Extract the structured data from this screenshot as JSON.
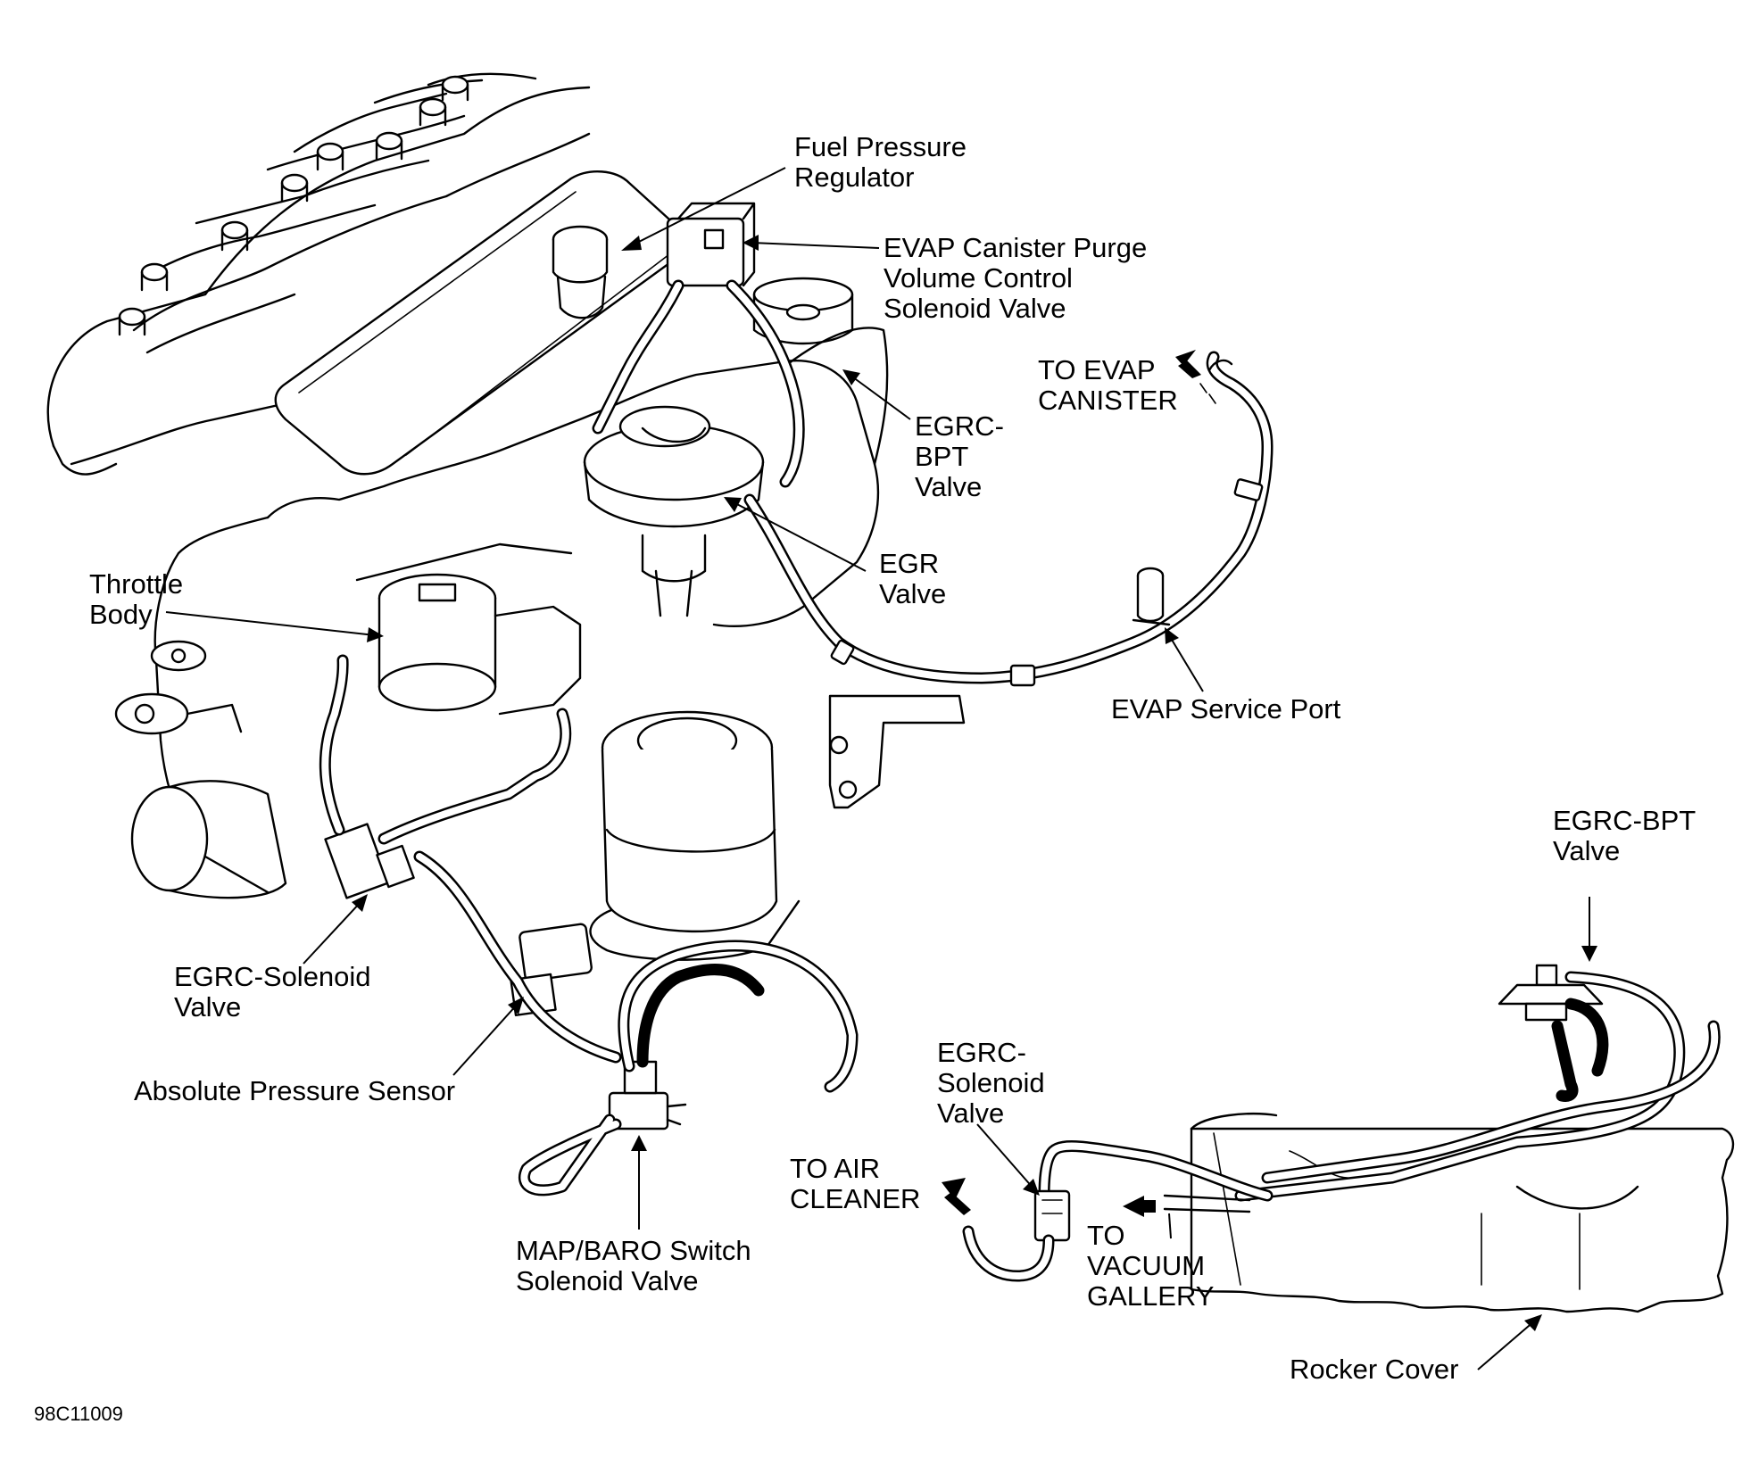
{
  "labels": {
    "fuel_pressure_regulator": [
      "Fuel Pressure",
      "Regulator"
    ],
    "evap_purge_valve": [
      "EVAP Canister Purge",
      "Volume Control",
      "Solenoid Valve"
    ],
    "to_evap_canister": [
      "TO EVAP",
      "CANISTER"
    ],
    "egrc_bpt_valve_top": [
      "EGRC-",
      "BPT",
      "Valve"
    ],
    "egr_valve": [
      "EGR",
      "Valve"
    ],
    "throttle_body": [
      "Throttle",
      "Body"
    ],
    "evap_service_port": [
      "EVAP Service Port"
    ],
    "egrc_bpt_valve_right": [
      "EGRC-BPT",
      "Valve"
    ],
    "egrc_solenoid_valve_left": [
      "EGRC-Solenoid",
      "Valve"
    ],
    "absolute_pressure_sensor": [
      "Absolute Pressure Sensor"
    ],
    "egrc_solenoid_valve_right": [
      "EGRC-",
      "Solenoid",
      "Valve"
    ],
    "to_air_cleaner": [
      "TO AIR",
      "CLEANER"
    ],
    "to_vacuum_gallery": [
      "TO",
      "VACUUM",
      "GALLERY"
    ],
    "map_baro_switch": [
      "MAP/BARO Switch",
      "Solenoid Valve"
    ],
    "rocker_cover": [
      "Rocker Cover"
    ],
    "figure_id": [
      "98C11009"
    ]
  },
  "icons": {
    "direction_arrow": "solid-arrow-icon",
    "leader_arrow": "arrowhead-icon"
  },
  "colors": {
    "ink": "#000000",
    "paper": "#ffffff"
  }
}
